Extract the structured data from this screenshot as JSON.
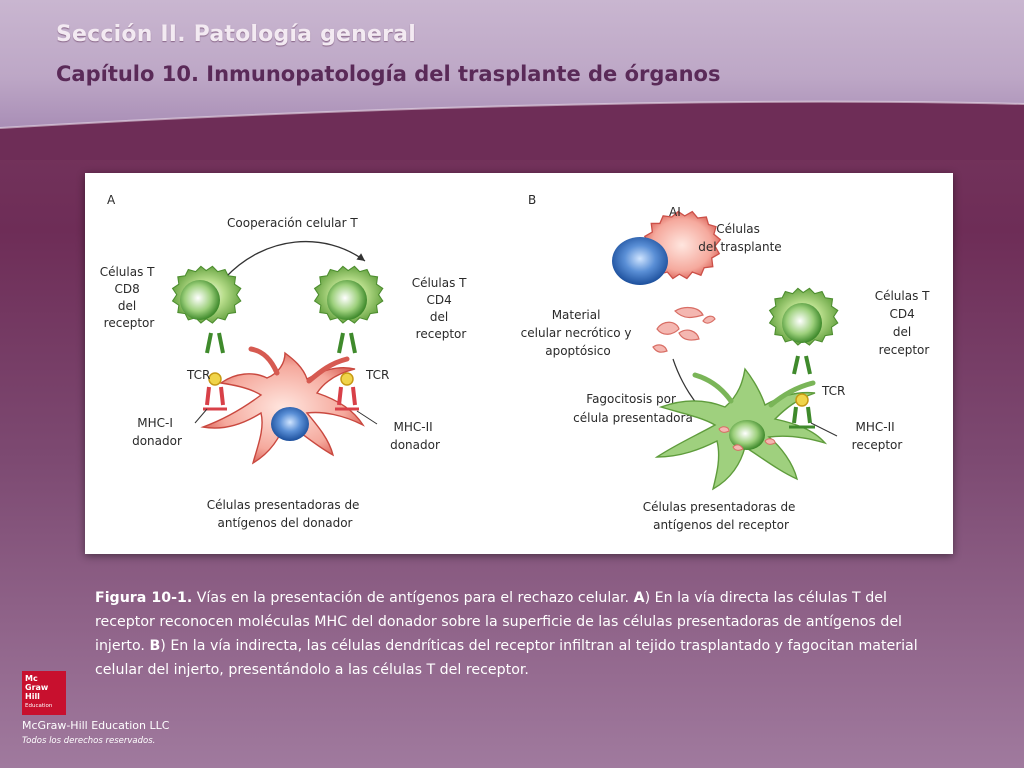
{
  "header": {
    "section_title": "Sección II. Patología general",
    "chapter_title": "Capítulo 10. Inmunopatología del trasplante de órganos"
  },
  "figure": {
    "panel_a": {
      "letter": "A",
      "cooperation": "Cooperación celular T",
      "cd8_lines": [
        "Células T",
        "CD8",
        "del",
        "receptor"
      ],
      "cd4_lines": [
        "Células T",
        "CD4",
        "del",
        "receptor"
      ],
      "tcr_left": "TCR",
      "tcr_right": "TCR",
      "mhc1_lines": [
        "MHC-I",
        "donador"
      ],
      "mhc2_lines": [
        "MHC-II",
        "donador"
      ],
      "apc_lines": [
        "Células presentadoras de",
        "antígenos del donador"
      ]
    },
    "panel_b": {
      "letter": "B",
      "ai": "AI",
      "transplant_lines": [
        "Células",
        "del trasplante"
      ],
      "necrotic_lines": [
        "Material",
        "celular necrótico y",
        "apoptósico"
      ],
      "phago_lines": [
        "Fagocitosis por",
        "célula presentadora"
      ],
      "cd4_lines": [
        "Células T",
        "CD4",
        "del",
        "receptor"
      ],
      "tcr": "TCR",
      "mhc2_lines": [
        "MHC-II",
        "receptor"
      ],
      "apc_lines": [
        "Células presentadoras de",
        "antígenos del receptor"
      ]
    },
    "colors": {
      "t_cell_green": "#8cc063",
      "donor_apc_red": "#e26a63",
      "recipient_apc_green": "#7db45e",
      "nucleus_blue": "#2f67b5"
    }
  },
  "caption": {
    "label": "Figura 10-1.",
    "part1": " Vías en la presentación de antígenos para el rechazo celular. ",
    "a_letter": "A",
    "part2": ") En la vía directa las células T del receptor reconocen moléculas MHC del donador sobre la superficie de las células presentadoras de antígenos del injerto. ",
    "b_letter": "B",
    "part3": ") En la vía indirecta, las células dendríticas del receptor infiltran al tejido trasplantado y fagocitan material celular del injerto, presentándolo a las células T del receptor."
  },
  "footer": {
    "logo_lines": [
      "Mc",
      "Graw",
      "Hill"
    ],
    "logo_sub": "Education",
    "publisher": "McGraw-Hill Education LLC",
    "rights": "Todos los derechos reservados."
  }
}
